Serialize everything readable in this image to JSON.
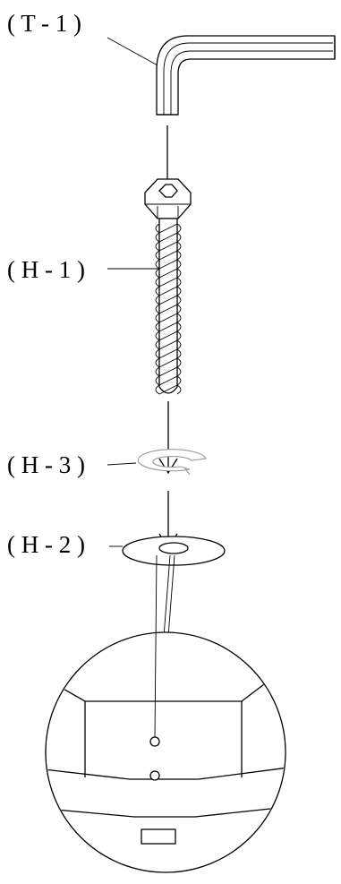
{
  "labels": {
    "tool": "( T - 1 )",
    "bolt": "( H - 1 )",
    "spring_washer": "( H - 3 )",
    "flat_washer": "( H - 2 )"
  }
}
